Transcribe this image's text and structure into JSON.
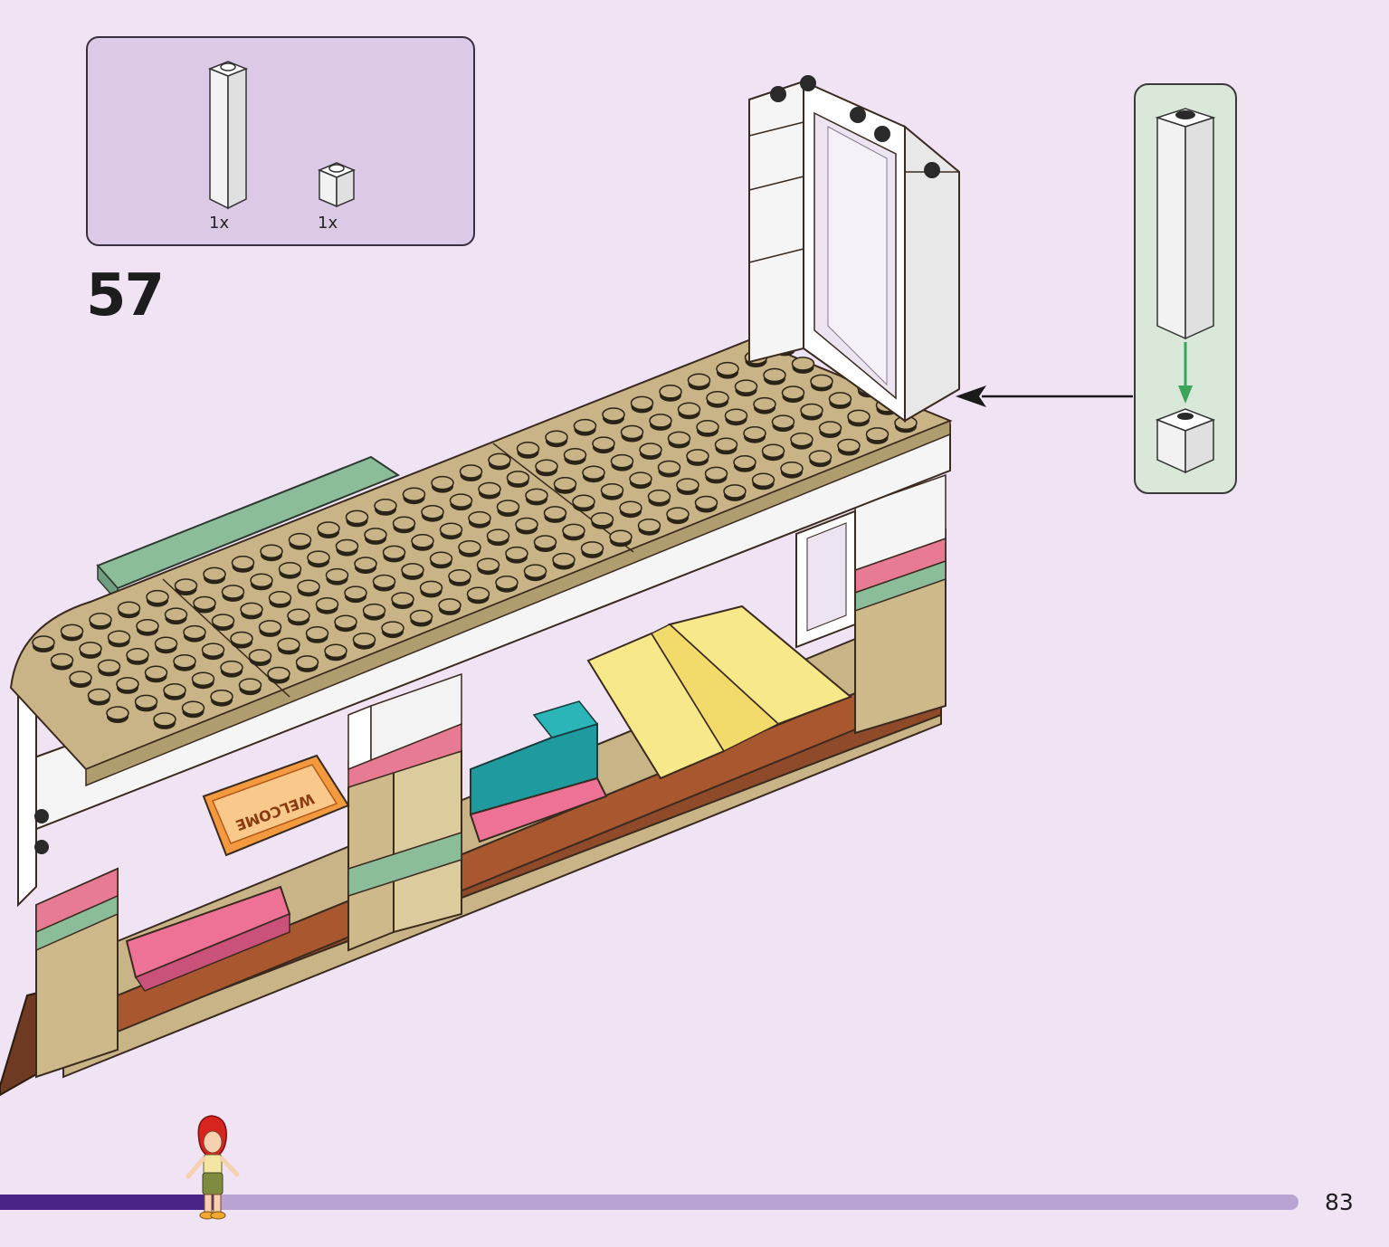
{
  "parts": [
    {
      "name": "white-brick-1x1x6",
      "quantity": "1x"
    },
    {
      "name": "white-brick-1x1",
      "quantity": "1x"
    }
  ],
  "step": {
    "number": "57"
  },
  "model": {
    "tile_text": "WELCOME"
  },
  "footer": {
    "page_number": "83",
    "progress": 0.165
  },
  "colors": {
    "background": "#efe3f4",
    "parts_box": "#dcc9e6",
    "subassembly_box": "#d9e8d9",
    "tan": "#c8b486",
    "white": "#f5f5f5",
    "pink": "#ee7196",
    "teal": "#1f9a9e",
    "yellow": "#f7e88a",
    "brown": "#9b4f2c",
    "sand_green": "#8cbd9a",
    "progress_fill": "#4b2487",
    "progress_track": "#b9a3d3",
    "arrow_green": "#3aa55a"
  },
  "icons": [
    "arrow-left-icon",
    "arrow-down-icon",
    "minifigure-icon"
  ]
}
